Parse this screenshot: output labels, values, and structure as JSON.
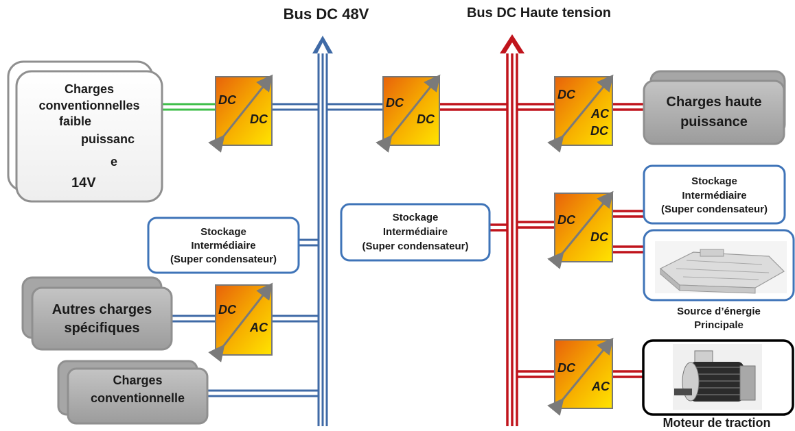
{
  "buses": {
    "dc48v_label": "Bus DC 48V",
    "hv_label": "Bus DC Haute tension"
  },
  "left": {
    "low_power_loads": [
      "Charges",
      "conventionnelles",
      "faible",
      "puissanc",
      "e",
      "14V"
    ],
    "storage": [
      "Stockage",
      "Intermédiaire",
      "(Super condensateur)"
    ],
    "specific_loads": [
      "Autres charges",
      "spécifiques"
    ],
    "conventional_loads": [
      "Charges",
      "conventionnelle"
    ]
  },
  "converters": {
    "c1": {
      "in": "DC",
      "out": "DC"
    },
    "c2": {
      "in": "DC",
      "out": "AC"
    },
    "c3": {
      "in": "DC",
      "out": "DC"
    },
    "c4": {
      "in": "DC",
      "out1": "AC",
      "out2": "DC"
    },
    "c5": {
      "in": "DC",
      "out": "DC"
    },
    "c6": {
      "in": "DC",
      "out": "AC"
    }
  },
  "right": {
    "middle_storage": [
      "Stockage",
      "Intermédiaire",
      "(Super condensateur)"
    ],
    "high_power_loads": [
      "Charges haute",
      "puissance"
    ],
    "storage": [
      "Stockage",
      "Intermédiaire",
      "(Super condensateur)"
    ],
    "main_source": [
      "Source d’énergie",
      "Principale"
    ],
    "traction_motor": "Moteur de traction"
  },
  "colors": {
    "bus_48v": "#3f6aa6",
    "bus_hv": "#c0141c",
    "low_voltage_link": "#3fbf4a",
    "box_border": "#3f74b8",
    "gray_box": "#a6a6a6",
    "converter_top": "#e8620a",
    "converter_bottom": "#ffe400"
  }
}
